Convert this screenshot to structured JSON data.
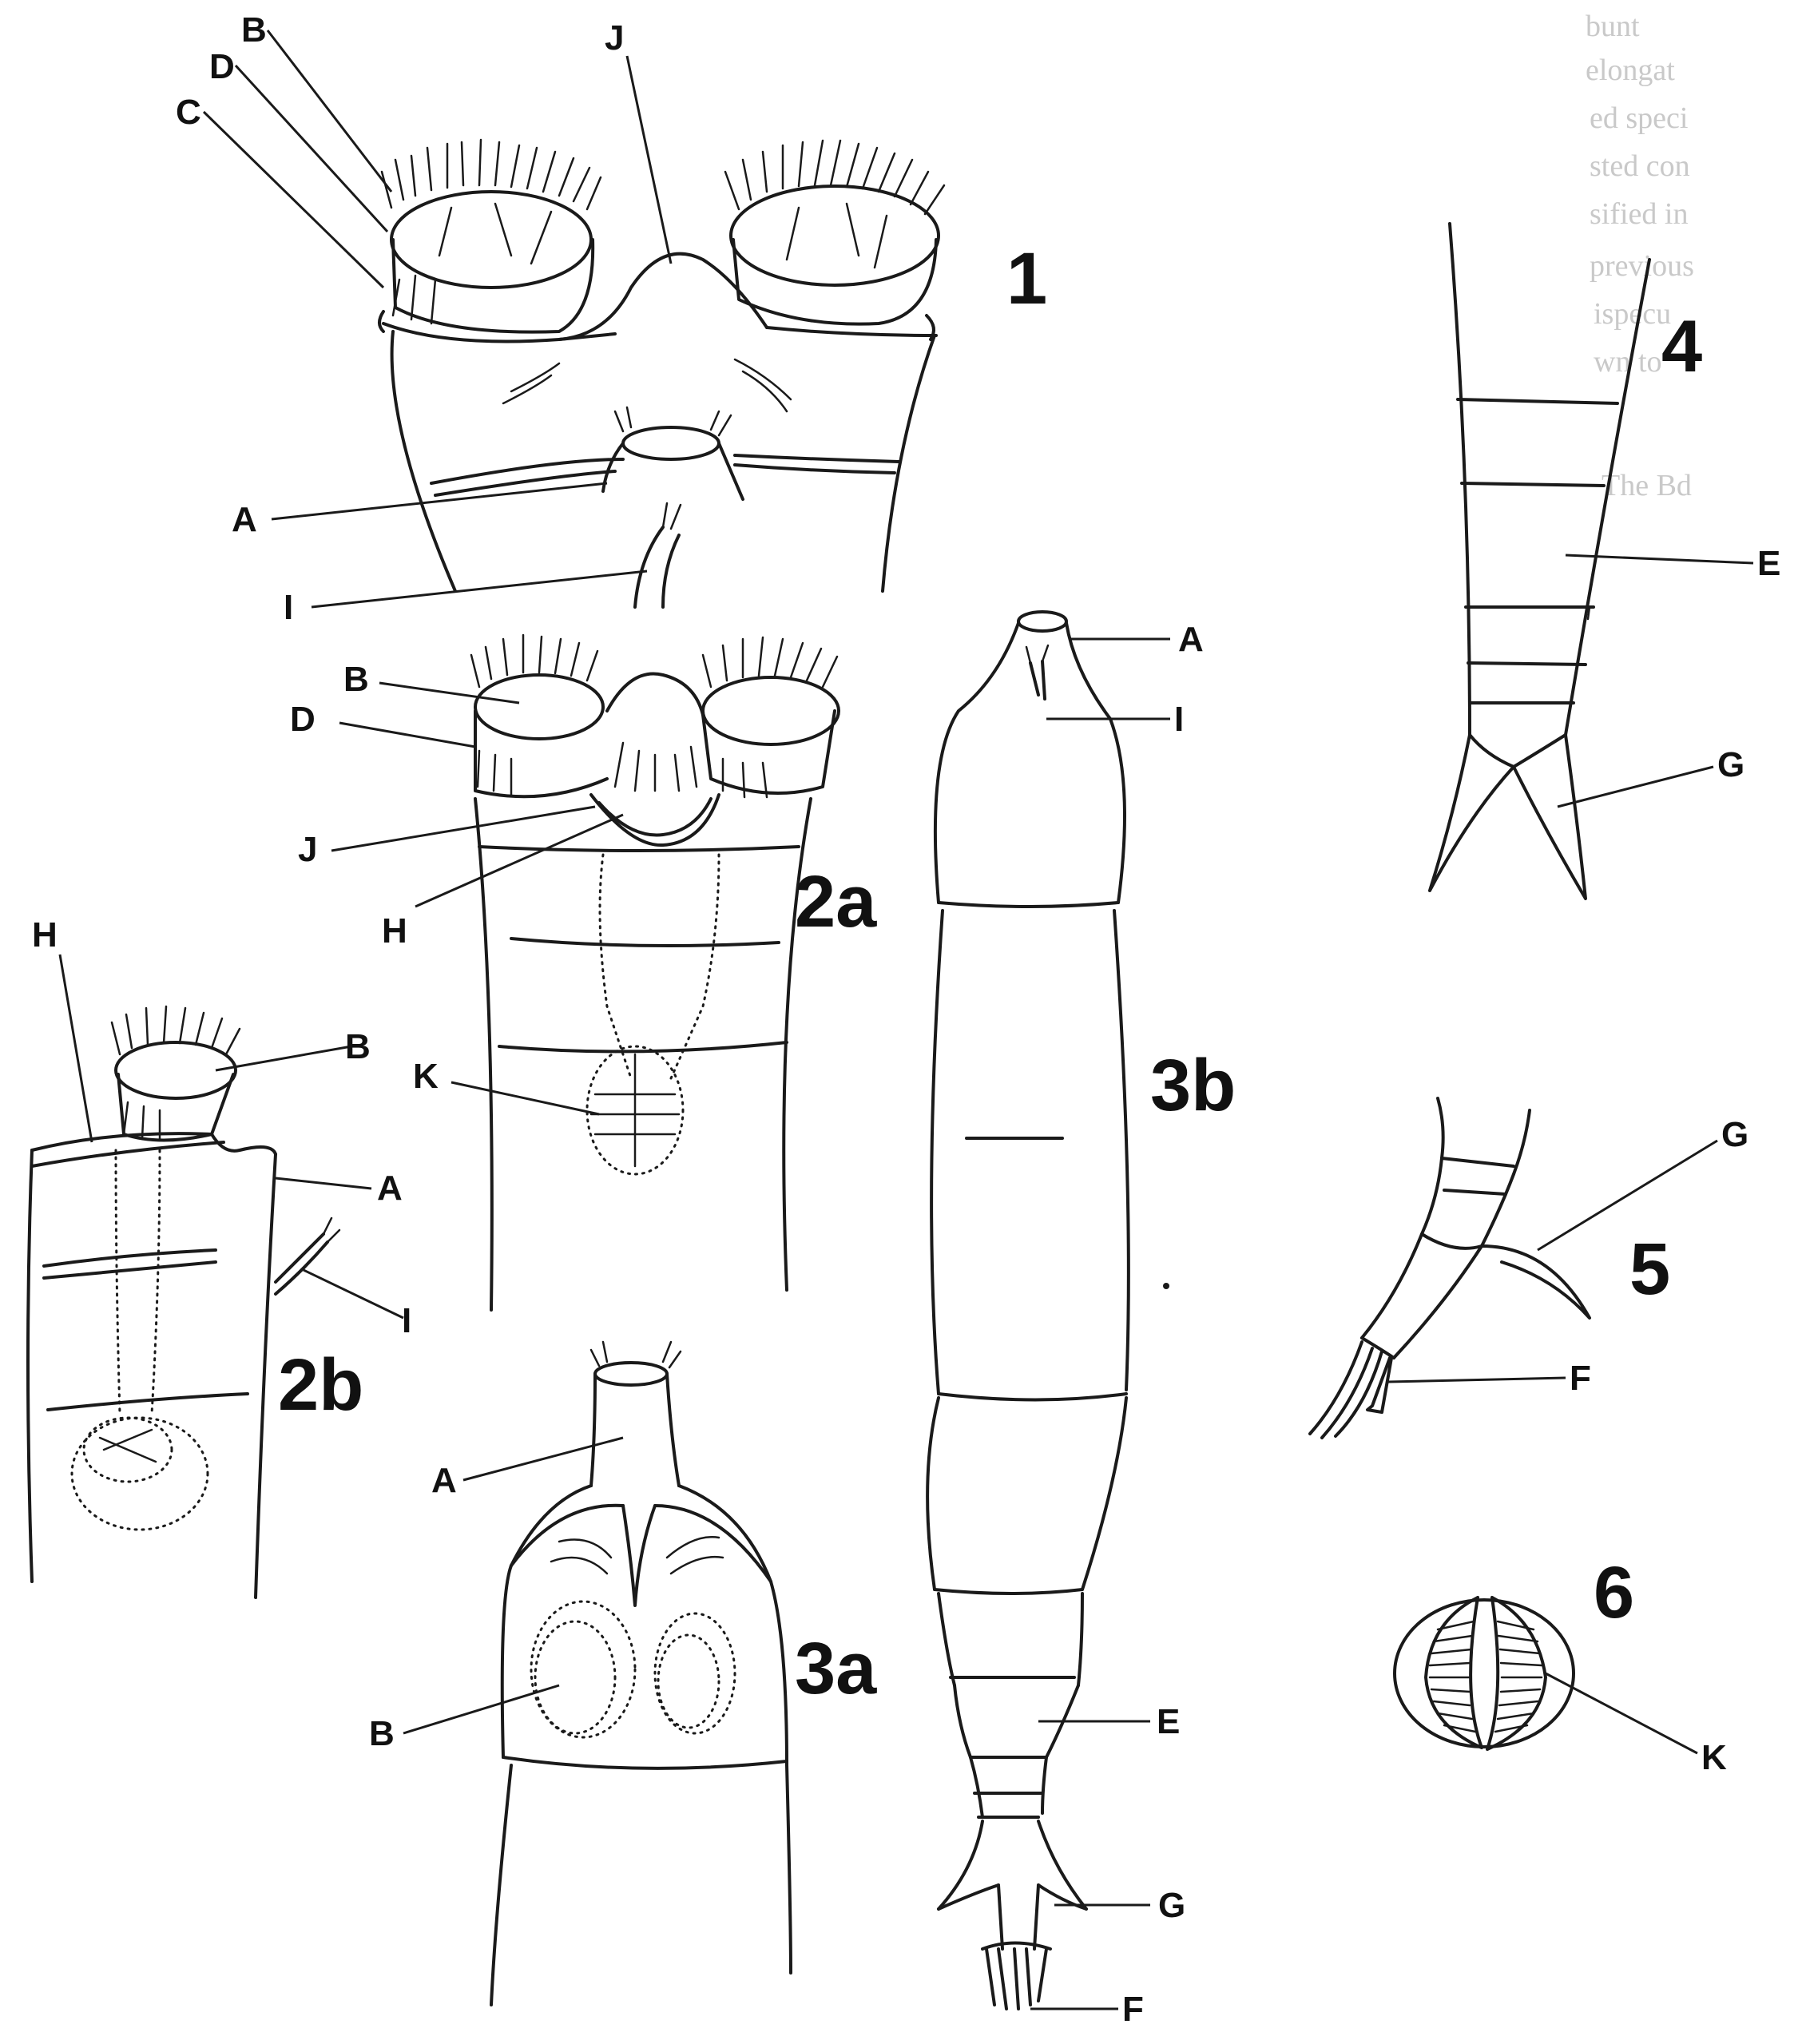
{
  "figure_numbers": {
    "fig1": "1",
    "fig2a": "2a",
    "fig2b": "2b",
    "fig3a": "3a",
    "fig3b": "3b",
    "fig4": "4",
    "fig5": "5",
    "fig6": "6"
  },
  "labels": {
    "fig1": {
      "B": "B",
      "D": "D",
      "C": "C",
      "J": "J",
      "A": "A",
      "I": "I"
    },
    "fig2a": {
      "B": "B",
      "D": "D",
      "J": "J",
      "H": "H",
      "K": "K"
    },
    "fig2b": {
      "H": "H",
      "B": "B",
      "A": "A",
      "I": "I"
    },
    "fig3a": {
      "A": "A",
      "B": "B"
    },
    "fig3b": {
      "A": "A",
      "I": "I",
      "E": "E",
      "G": "G",
      "F": "F"
    },
    "fig4": {
      "E": "E",
      "G": "G"
    },
    "fig5": {
      "G": "G",
      "F": "F"
    },
    "fig6": {
      "K": "K"
    }
  },
  "bleed_through_text": [
    "bunt",
    "elongat",
    "ed speci",
    "sted con",
    "sified in",
    "previous",
    "ispecu",
    "wn to",
    "The Bd"
  ]
}
